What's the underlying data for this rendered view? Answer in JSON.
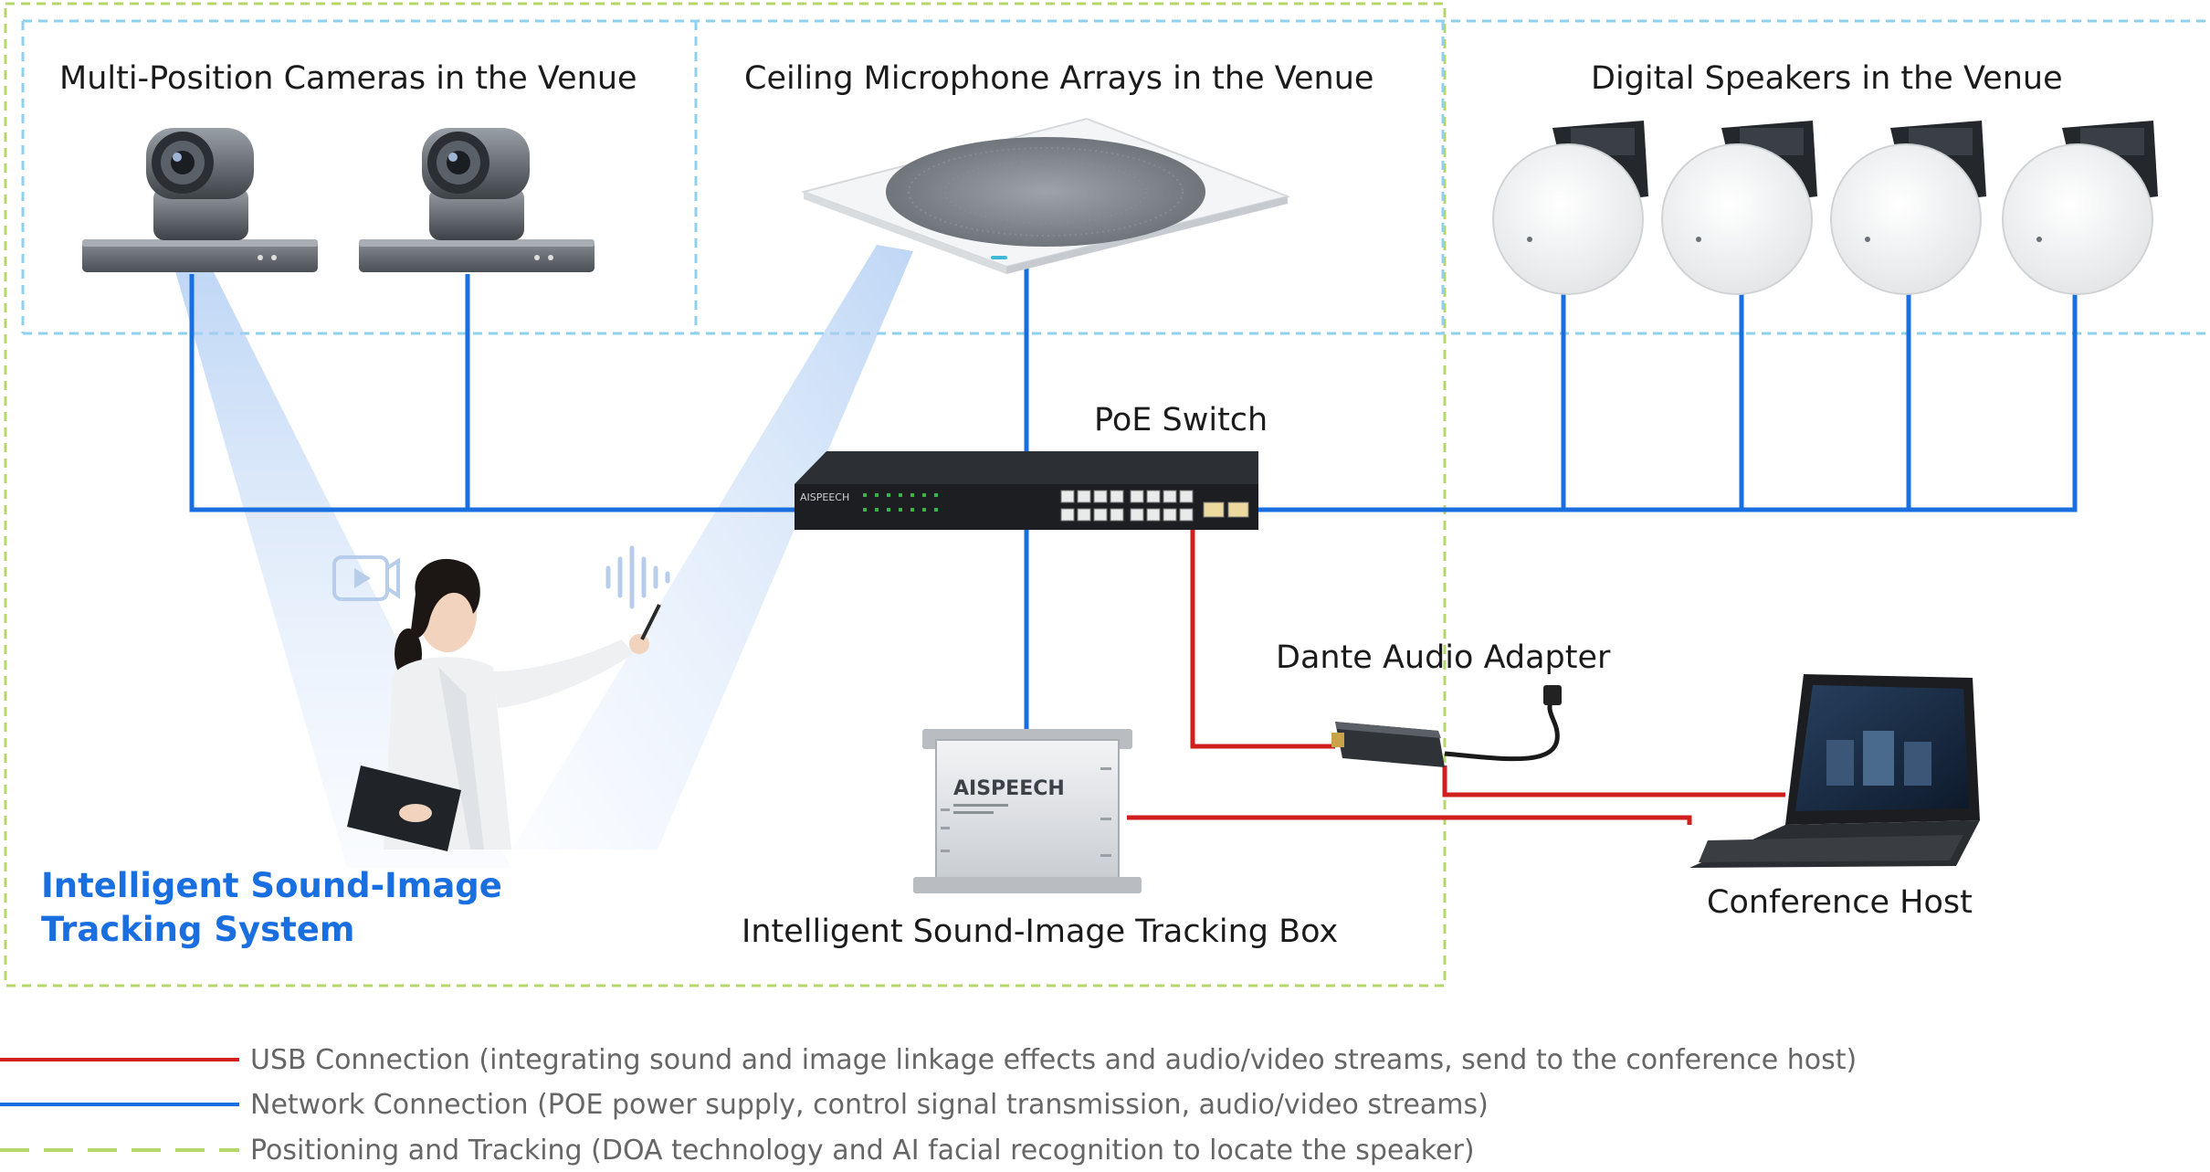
{
  "colors": {
    "network": "#1a6fe0",
    "usb": "#d11e1e",
    "positioning": "#b5d76a",
    "venue_frame": "#8fd0ec",
    "system_label": "#1a6fe0"
  },
  "zones": {
    "cameras_title": "Multi-Position Cameras in the Venue",
    "mics_title": "Ceiling Microphone Arrays in the Venue",
    "speakers_title": "Digital Speakers in the Venue"
  },
  "devices": {
    "switch_label": "PoE Switch",
    "switch_brand": "AISPEECH",
    "dante_label": "Dante Audio Adapter",
    "host_label": "Conference Host",
    "box_label": "Intelligent Sound-Image Tracking Box",
    "box_brand": "AISPEECH"
  },
  "system": {
    "line1": "Intelligent Sound-Image",
    "line2": "Tracking System"
  },
  "legend": [
    {
      "type": "usb",
      "text": "USB Connection (integrating sound and image linkage effects and audio/video streams, send to the conference host)"
    },
    {
      "type": "network",
      "text": "Network Connection (POE power supply, control signal transmission, audio/video streams)"
    },
    {
      "type": "positioning",
      "text": "Positioning and Tracking (DOA technology and AI facial recognition to locate the speaker)"
    }
  ]
}
